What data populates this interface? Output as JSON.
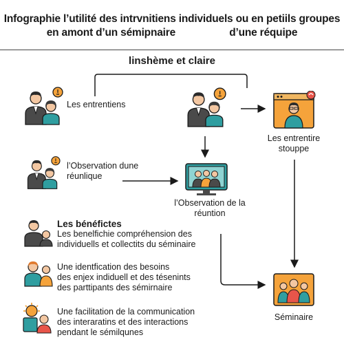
{
  "title": {
    "line1": "Infographie l’utilité des intrvnitiens individuels ou en petiils groupes",
    "line2_left": "en amont d’un sémipnaire",
    "line2_right": "d’une réquipe"
  },
  "subtitle": "linshème et claire",
  "left_items": [
    {
      "label": "Les entrentiens",
      "icon": "people-idea-icon"
    },
    {
      "label": "l’Observation dune\nréunlique",
      "icon": "people-idea-icon"
    }
  ],
  "center_nodes": [
    {
      "label": "",
      "icon": "people-idea-icon"
    },
    {
      "label": "l’Observation de la\nréuntion",
      "icon": "monitor-meeting-icon"
    }
  ],
  "right_nodes": [
    {
      "label": "Les entrentire\nstouppe",
      "icon": "video-call-icon"
    },
    {
      "label": "Séminaire",
      "icon": "group-screen-icon"
    }
  ],
  "benefits": {
    "heading": "Les bénéfictes",
    "items": [
      {
        "text": "Les benelfichie compréhension des\nindividuells et collectits du séminaire",
        "icon": "two-people-icon"
      },
      {
        "text": "Une identfication des besoins\ndes enjex indiduell et des tésenints\ndes parttipants des sémirnaire",
        "icon": "two-people-orange-icon"
      },
      {
        "text": "Une facilitation de la communication\ndes interaratins et des interactions\npendant le sémilqunes",
        "icon": "sun-people-icon"
      }
    ]
  },
  "colors": {
    "suit": "#4a4a4a",
    "teal": "#2f9ea0",
    "orange": "#f5a33b",
    "skin": "#f3c7a2",
    "accent_red": "#e8554a"
  }
}
